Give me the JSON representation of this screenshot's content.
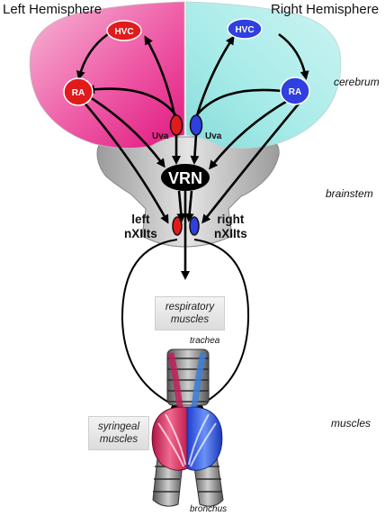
{
  "hemispheres": {
    "left": "Left Hemisphere",
    "right": "Right Hemisphere"
  },
  "regions": {
    "cerebrum": "cerebrum",
    "brainstem": "brainstem",
    "muscles": "muscles"
  },
  "nuclei": {
    "hvc_left": "HVC",
    "hvc_right": "HVC",
    "ra_left": "RA",
    "ra_right": "RA",
    "uva_left": "Uva",
    "uva_right": "Uva",
    "vrn": "VRN"
  },
  "nxii": {
    "left_line1": "left",
    "left_line2": "nXIIts",
    "right_line1": "right",
    "right_line2": "nXIIts"
  },
  "muscle_boxes": {
    "respiratory_line1": "respiratory",
    "respiratory_line2": "muscles",
    "syringeal_line1": "syringeal",
    "syringeal_line2": "muscles"
  },
  "syrinx_labels": {
    "trachea": "trachea",
    "bronchus": "bronchus"
  },
  "colors": {
    "left_hemisphere": "#e8318f",
    "right_hemisphere": "#8fe3e0",
    "left_nucleus": "#e01b1b",
    "right_nucleus": "#2f3fe0",
    "brainstem": "#9a9a9a",
    "vrn": "#000000"
  }
}
